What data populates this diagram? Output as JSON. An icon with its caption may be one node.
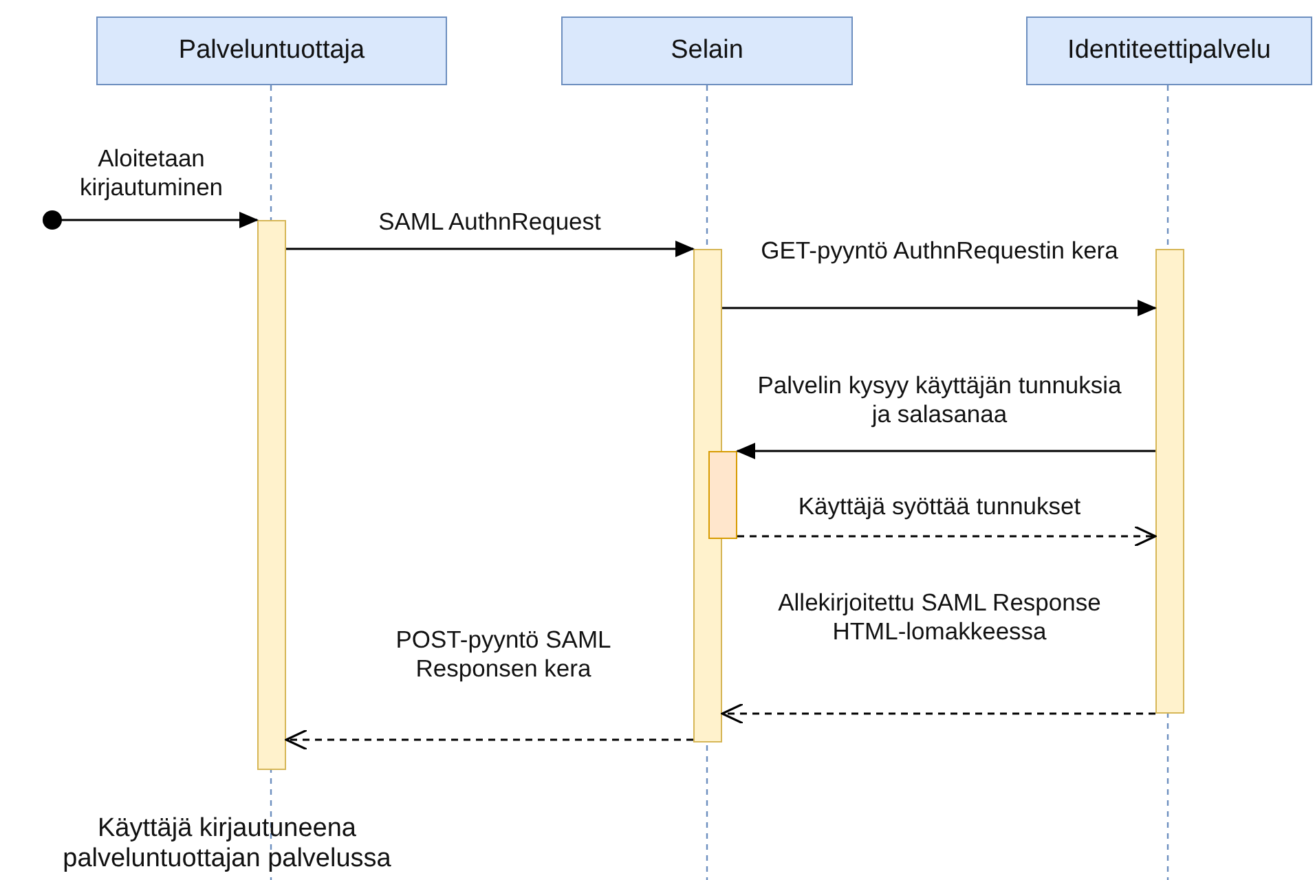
{
  "diagram": {
    "nodes": [
      {
        "text": [
          "Palveluntuottaja"
        ]
      },
      {
        "text": [
          "Selain"
        ]
      },
      {
        "text": [
          "Identiteettipalvelu"
        ]
      },
      {
        "text": [],
        "shape": "bar"
      },
      {
        "text": [],
        "shape": "bar"
      },
      {
        "text": [],
        "shape": "bar"
      },
      {
        "text": [],
        "shape": "bar"
      },
      {
        "text": [],
        "shape": "circle"
      }
    ],
    "edges": [
      {
        "from": 7,
        "to": 3,
        "arrow": "to",
        "label": "Aloitetaan kirjautuminen"
      },
      {
        "from": 3,
        "to": 4,
        "arrow": "to",
        "label": "SAML AuthnRequest"
      },
      {
        "from": 4,
        "to": 5,
        "arrow": "to",
        "label": "GET-pyyntö AuthnRequestin kera"
      },
      {
        "from": 5,
        "to": 6,
        "arrow": "to",
        "label": "Palvelin kysyy käyttäjän tunnuksia ja salasanaa"
      },
      {
        "from": 6,
        "to": 5,
        "arrow": "to",
        "label": "Käyttäjä syöttää tunnukset",
        "style": "dashed"
      },
      {
        "from": 5,
        "to": 4,
        "arrow": "to",
        "label": "Allekirjoitettu SAML Response HTML-lomakkeessa",
        "style": "dashed"
      },
      {
        "from": 4,
        "to": 3,
        "arrow": "to",
        "label": "POST-pyyntö SAML Responsen kera",
        "style": "dashed"
      }
    ],
    "labels": [
      "Käyttäjä kirjautuneena palveluntuottajan palvelussa"
    ]
  }
}
